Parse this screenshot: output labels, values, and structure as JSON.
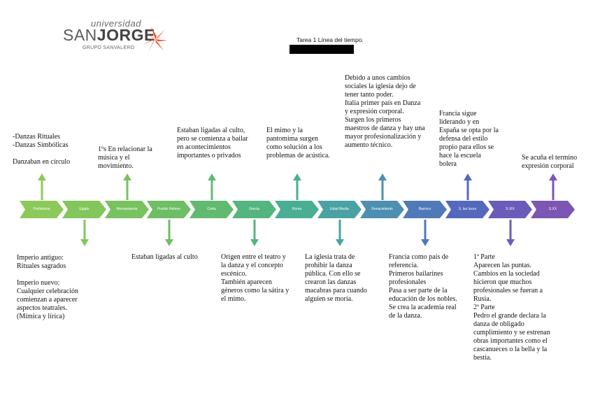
{
  "header": {
    "logo_top": "universidad",
    "logo_main_light": "SAN",
    "logo_main_bold": "JORGE",
    "logo_group": "GRUPO SANVALERO",
    "title": "Tarea 1 Línea del tiempo."
  },
  "colors": {
    "orange": "#e8531f",
    "redaction": "#000000"
  },
  "timeline": [
    {
      "label": "Prehistoria",
      "color": "#8cc95a",
      "text": "-Danzas Rituales\n-Danzas Simbólicas\n\nDanzaban en círculo",
      "side": "top"
    },
    {
      "label": "Egipto",
      "color": "#82c65c",
      "text": "Imperio antiguo:\nRituales sagrados\n\nImperio nuevo:\nCualquier celebración comienzan a aparecer aspectos teatrales.\n(Mímica y lírica)",
      "side": "bottom"
    },
    {
      "label": "Mesopotamia",
      "color": "#78c260",
      "text": "1ºs En relacionar la música y el movimiento.",
      "side": "top"
    },
    {
      "label": "Pueblo Hebreo",
      "color": "#6ebe64",
      "text": "Estaban ligadas al culto",
      "side": "bottom"
    },
    {
      "label": "Creta",
      "color": "#62ba70",
      "text": "Estaban ligadas al culto, pero se comienza a bailar en acontecimientos importantes o privados",
      "side": "top"
    },
    {
      "label": "Grecia",
      "color": "#55b57e",
      "text": "Origen entre el teatro y la danza y el concepto escénico.\nTambién aparecen géneros como la sátira y el mimo.",
      "side": "bottom"
    },
    {
      "label": "Roma",
      "color": "#4aae92",
      "text": "El mimo y la pantomima surgen como solución a los problemas de acústica.",
      "side": "top"
    },
    {
      "label": "Edad Media",
      "color": "#4aa2a4",
      "text": "La iglesia trata de prohibir la danza pública. Con ello se crearon las danzas macabras para cuando alguien se moría.",
      "side": "bottom"
    },
    {
      "label": "Renacimiento",
      "color": "#4d8fb0",
      "text": "Debido a unos cambios sociales la iglesia dejo de tener tanto poder.\nItalia primer país en Danza y expresión corporal. Surgen los primeros maestros de danza y hay una mayor profesionalización y aumento técnico.",
      "side": "top"
    },
    {
      "label": "Barroco",
      "color": "#5079b8",
      "text": "Francia como país de referencia.\nPrimeros bailarines profesionales\nPasa a ser parte de la educación de los nobles.\nSe crea la academia real de la danza.",
      "side": "bottom"
    },
    {
      "label": "S. las luces",
      "color": "#5468bc",
      "text": "Francia sigue liderando y en España se opta por la defensa del estilo propio para ellos se hace la escuela bolera",
      "side": "top"
    },
    {
      "label": "S.XIX",
      "color": "#6a5cb8",
      "text": "1ª Parte\nAparecen las puntas.\nCambios en la sociedad hicieron que muchos profesionales se fueran a Rusia.\n2ª Parte\nPedro el grande declara la danza de obligado cumplimiento y se estrenan obras importantes como el cascanueces o la bella y la bestia.",
      "side": "bottom"
    },
    {
      "label": "S.XX",
      "color": "#7b56b2",
      "text": "Se acuña el termino expresión corporal",
      "side": "top"
    }
  ]
}
